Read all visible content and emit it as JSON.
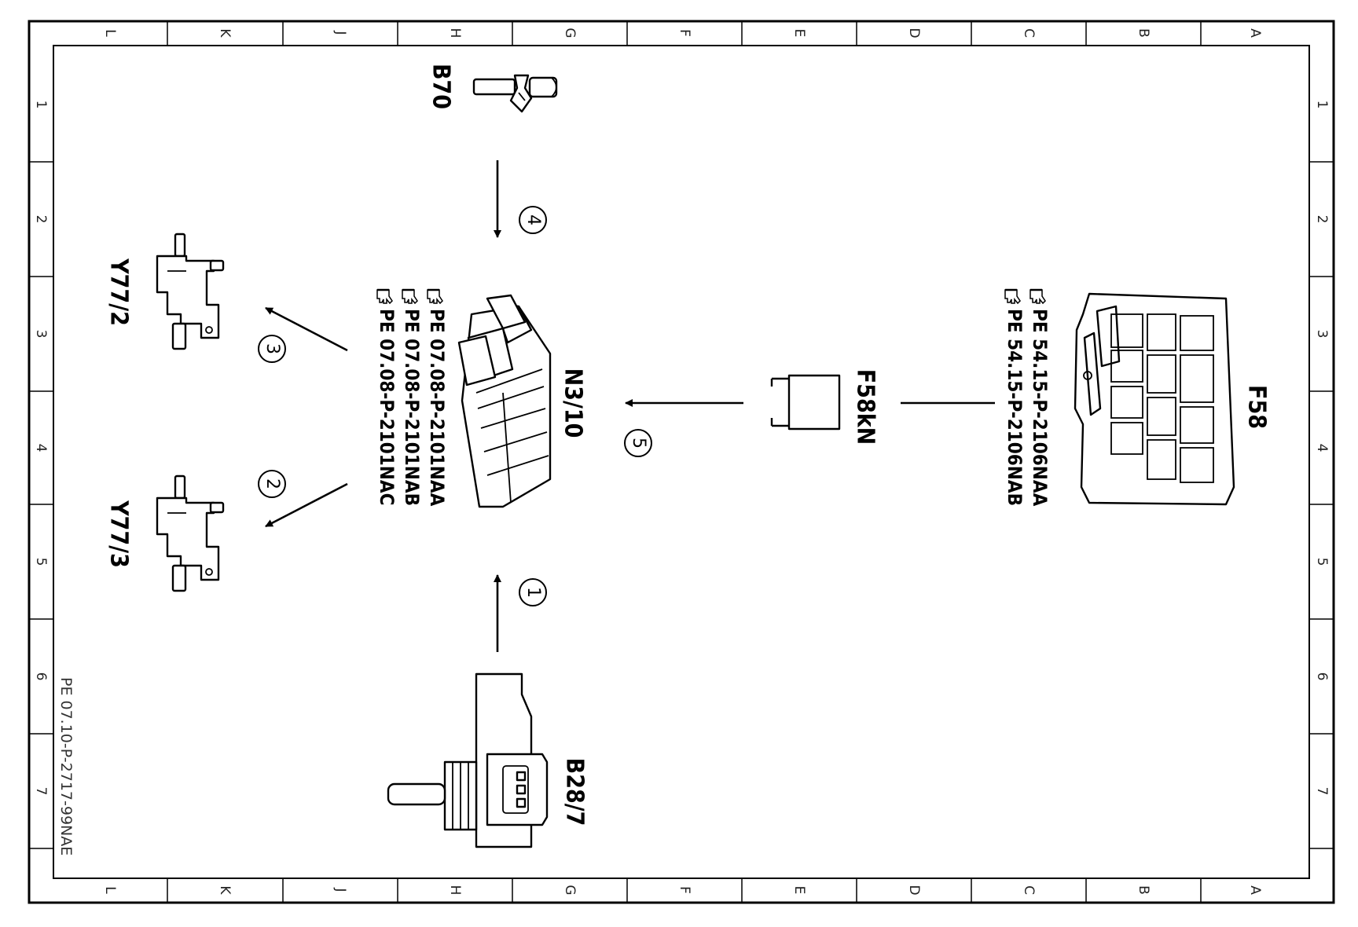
{
  "grid": {
    "columns": [
      "L",
      "K",
      "J",
      "H",
      "G",
      "F",
      "E",
      "D",
      "C",
      "B",
      "A"
    ],
    "rows": [
      "1",
      "2",
      "3",
      "4",
      "5",
      "6",
      "7"
    ]
  },
  "document_id": "PE 07.10-P-2717-99NAE",
  "parts": {
    "b70": "B70",
    "y77_2": "Y77/2",
    "y77_3": "Y77/3",
    "n3_10": "N3/10",
    "f58kn": "F58kN",
    "f58": "F58",
    "b28_7": "B28/7"
  },
  "references": {
    "n3_10": [
      "PE 07.08-P-2101NAA",
      "PE 07.08-P-2101NAB",
      "PE 07.08-P-2101NAC"
    ],
    "f58": [
      "PE 54.15-P-2106NAA",
      "PE 54.15-P-2106NAB"
    ]
  },
  "steps": {
    "s1": "1",
    "s2": "2",
    "s3": "3",
    "s4": "4",
    "s5": "5"
  },
  "icons": {
    "reference": "pointing-hand-icon"
  }
}
